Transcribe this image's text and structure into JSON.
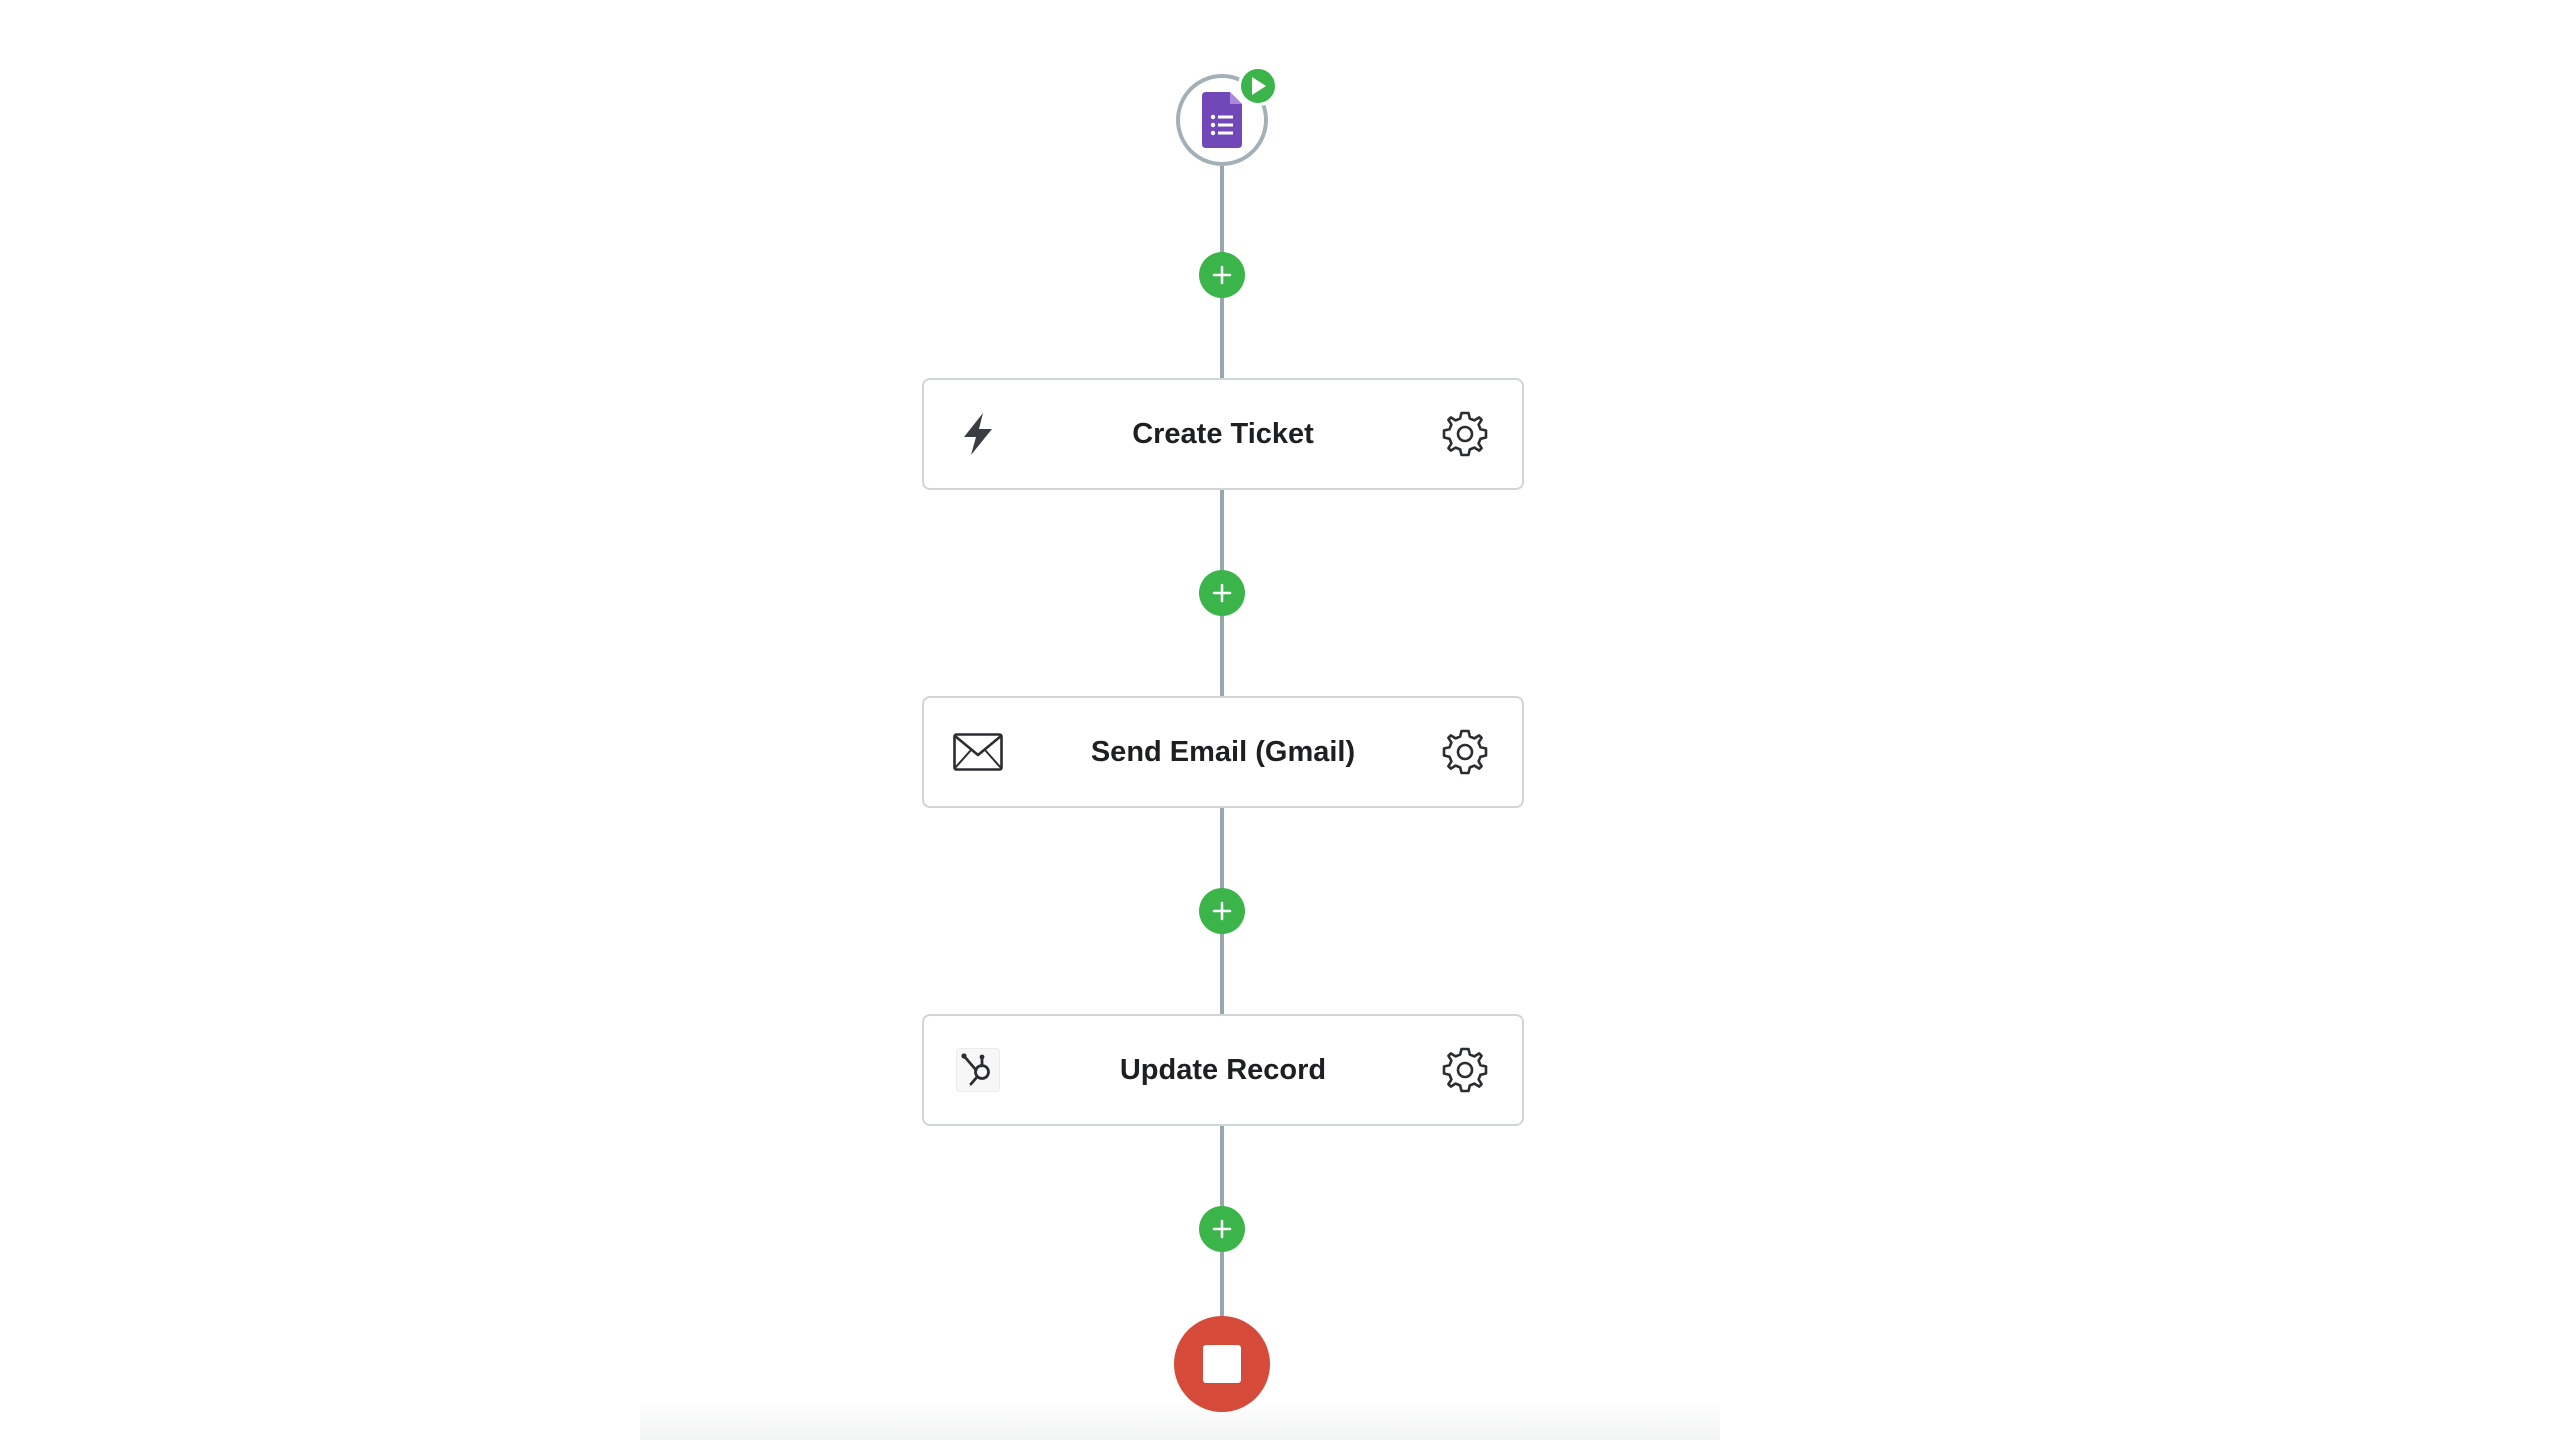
{
  "workflow": {
    "trigger": {
      "icon": "google-forms-icon",
      "badge_icon": "play-icon",
      "badge_color": "#3bb54a"
    },
    "add_step_icon": "plus-icon",
    "add_step_color": "#3bb54a",
    "steps": [
      {
        "label": "Create Ticket",
        "icon": "lightning-bolt-icon",
        "settings_icon": "gear-icon"
      },
      {
        "label": "Send Email (Gmail)",
        "icon": "envelope-icon",
        "settings_icon": "gear-icon"
      },
      {
        "label": "Update Record",
        "icon": "hubspot-icon",
        "settings_icon": "gear-icon"
      }
    ],
    "end": {
      "icon": "stop-icon",
      "color": "#d64a3a"
    },
    "colors": {
      "connector": "#9aa6ae",
      "card_border": "#cfd5d9",
      "forms_purple": "#7248b9"
    }
  }
}
